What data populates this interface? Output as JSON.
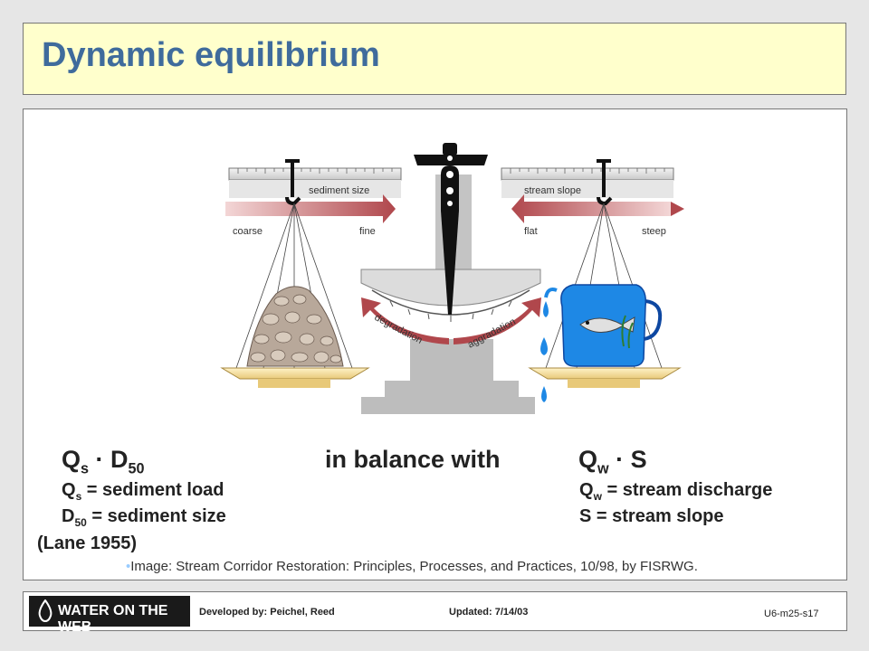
{
  "title": "Dynamic equilibrium",
  "diagram": {
    "left_beam_label": "sediment size",
    "right_beam_label": "stream slope",
    "left_arrow_left": "coarse",
    "left_arrow_right": "fine",
    "right_arrow_left": "flat",
    "right_arrow_right": "steep",
    "arc_left": "degradation",
    "arc_right": "aggradation"
  },
  "equation": {
    "left_Q": "Q",
    "left_Q_sub": "s",
    "left_mid": " · D",
    "left_D_sub": "50",
    "middle": "in balance with",
    "right_Q": "Q",
    "right_Q_sub": "w",
    "right_tail": " · S"
  },
  "definitions": {
    "qs_sym": "Q",
    "qs_sub": "s",
    "qs_text": " = sediment load",
    "d50_sym": "D",
    "d50_sub": "50",
    "d50_text": " = sediment size",
    "qw_sym": "Q",
    "qw_sub": "w",
    "qw_text": " = stream discharge",
    "s_text": "S = stream slope"
  },
  "citation": "(Lane 1955)",
  "credit": "Image: Stream Corridor Restoration: Principles, Processes, and Practices, 10/98, by FISRWG.",
  "footer": {
    "logo_text": "WATER ON THE WEB",
    "developed": "Developed by: Peichel, Reed",
    "updated": "Updated: 7/14/03",
    "slide_id": "U6-m25-s17"
  }
}
